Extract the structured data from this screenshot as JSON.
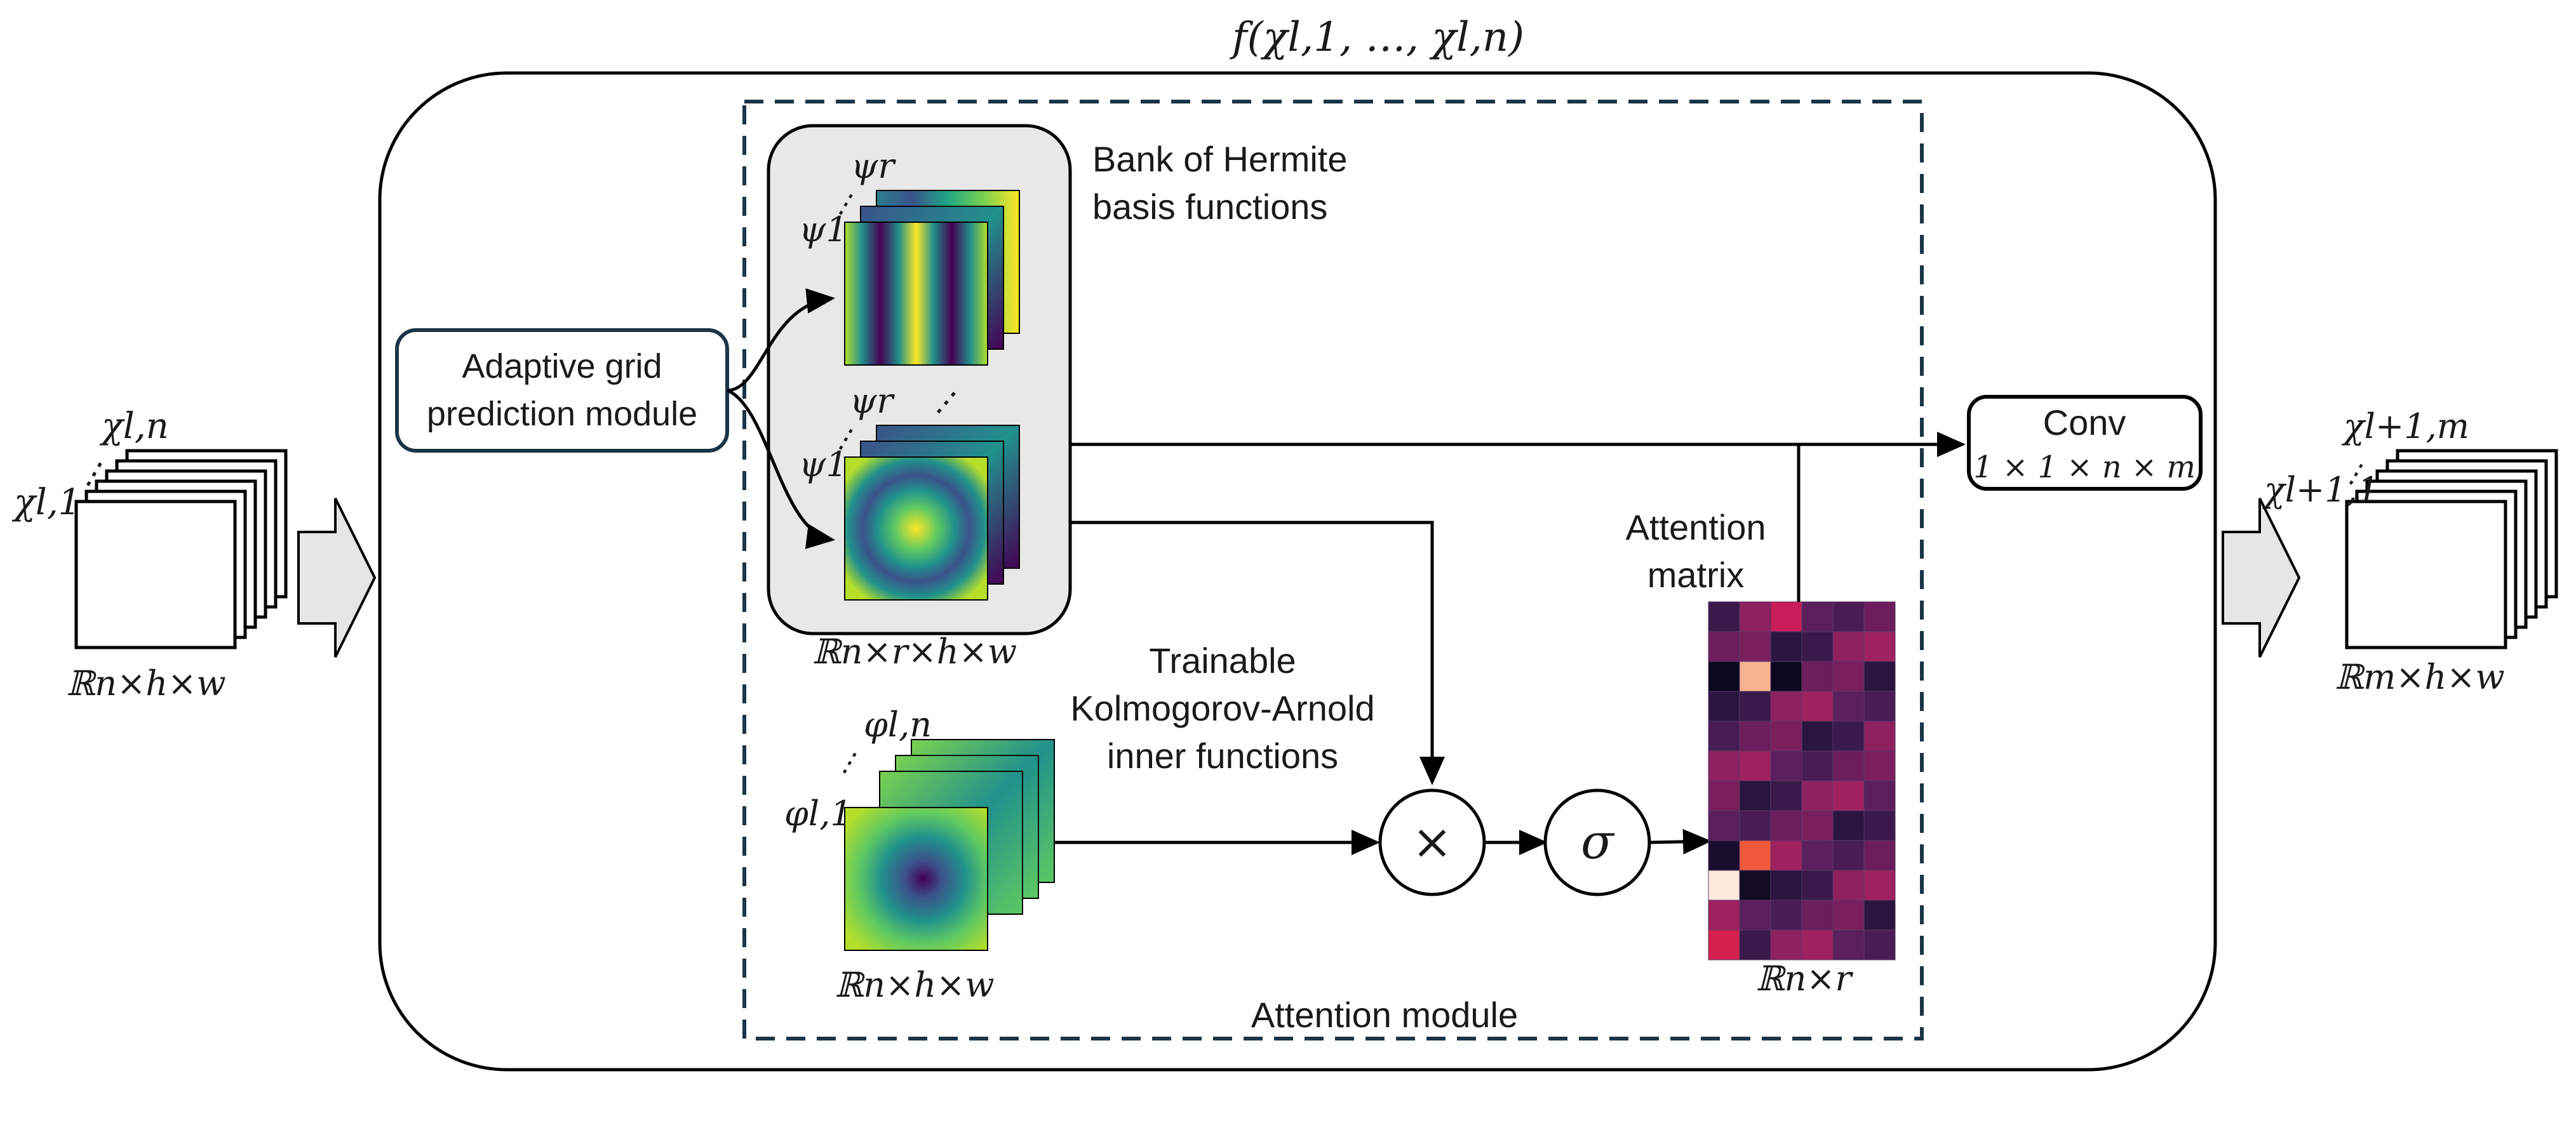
{
  "outer_function": "f(χl,1, …, χl,n)",
  "input_stack": {
    "label_top": "χl,n",
    "label_bottom": "χl,1",
    "dim": "ℝn×h×w"
  },
  "output_stack": {
    "label_top": "χl+1,m",
    "label_bottom": "χl+1,1",
    "dim": "ℝm×h×w"
  },
  "adaptive_grid": {
    "line1": "Adaptive grid",
    "line2": "prediction module"
  },
  "hermite_bank": {
    "title_line1": "Bank of Hermite",
    "title_line2": "basis functions",
    "psi_r": "ψr",
    "psi_1": "ψ1",
    "dim": "ℝn×r×h×w"
  },
  "kolmogorov": {
    "line1": "Trainable",
    "line2": "Kolmogorov-Arnold",
    "line3": "inner functions",
    "phi_top": "φl,n",
    "phi_bottom": "φl,1",
    "dim": "ℝn×h×w"
  },
  "operators": {
    "multiply": "×",
    "sigma": "σ"
  },
  "attention_matrix": {
    "line1": "Attention",
    "line2": "matrix",
    "dim": "ℝn×r",
    "rows": 12,
    "cols": 6
  },
  "conv": {
    "line1": "Conv",
    "line2": "1 × 1 × n × m"
  },
  "attention_module_label": "Attention module",
  "ellipsis": "⋮",
  "colors": {
    "dark_border": "#1c3547",
    "panel_gray": "#e8e8e8",
    "arrow_gray": "#e6e6e6"
  }
}
